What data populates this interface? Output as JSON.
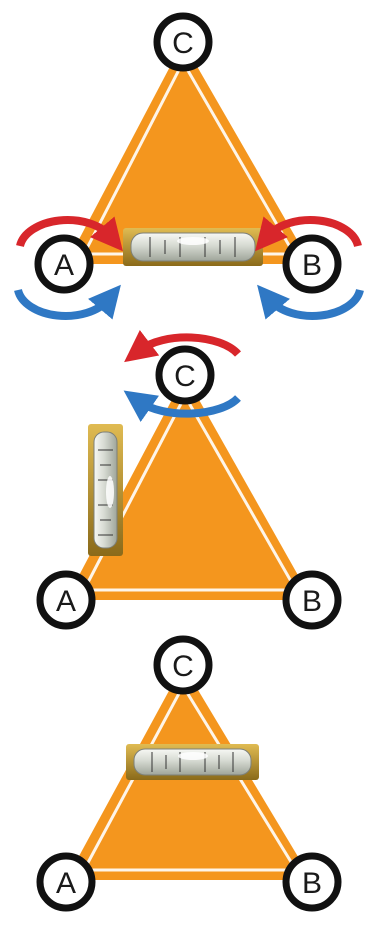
{
  "colors": {
    "triangle": "#F4961E",
    "triangle_edge": "#ffffff",
    "circle_ring": "#111111",
    "circle_fill": "#ffffff",
    "arrow_red": "#D8262B",
    "arrow_blue": "#2F78C4",
    "level_frame": "#C9A034",
    "level_vial": "#E9ECE6"
  },
  "panels": [
    {
      "labels": {
        "a": "A",
        "b": "B",
        "c": "C"
      },
      "level": "horizontal-bottom",
      "rotation_arrows": [
        "A",
        "B"
      ]
    },
    {
      "labels": {
        "a": "A",
        "b": "B",
        "c": "C"
      },
      "level": "vertical-left",
      "rotation_arrows": [
        "C"
      ]
    },
    {
      "labels": {
        "a": "A",
        "b": "B",
        "c": "C"
      },
      "level": "horizontal-middle",
      "rotation_arrows": []
    }
  ]
}
